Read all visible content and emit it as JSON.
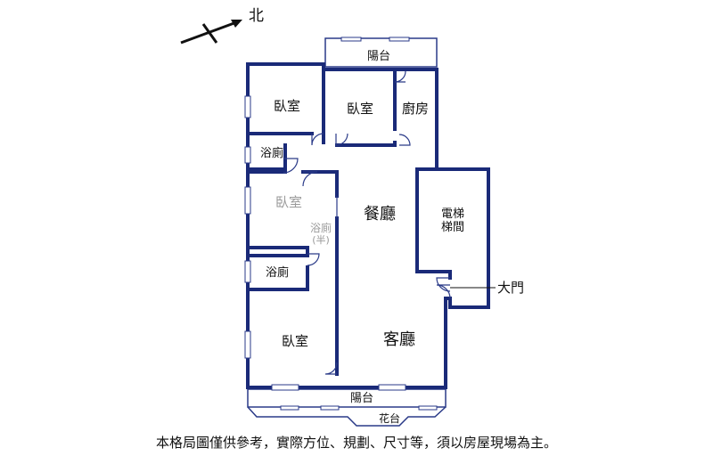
{
  "compass": {
    "label": "北"
  },
  "rooms": {
    "balcony_top": "陽台",
    "bedroom_1": "臥室",
    "bedroom_2": "臥室",
    "kitchen": "廚房",
    "bath_1": "浴廁",
    "bedroom_3": "臥室",
    "half_bath_top": "浴廁",
    "half_bath_bottom": "(半)",
    "dining": "餐廳",
    "elevator_top": "電梯",
    "elevator_bottom": "梯間",
    "main_door": "大門",
    "bath_2": "浴廁",
    "bedroom_4": "臥室",
    "living": "客廳",
    "balcony_bottom": "陽台",
    "garden": "花台"
  },
  "caption": "本格局圖僅供參考，實際方位、規劃、尺寸等，須以房屋現場為主。",
  "colors": {
    "wall": "#1a2a78",
    "thin": "#2a3a88",
    "label": "#111111",
    "faded": "#9a9a9a"
  }
}
